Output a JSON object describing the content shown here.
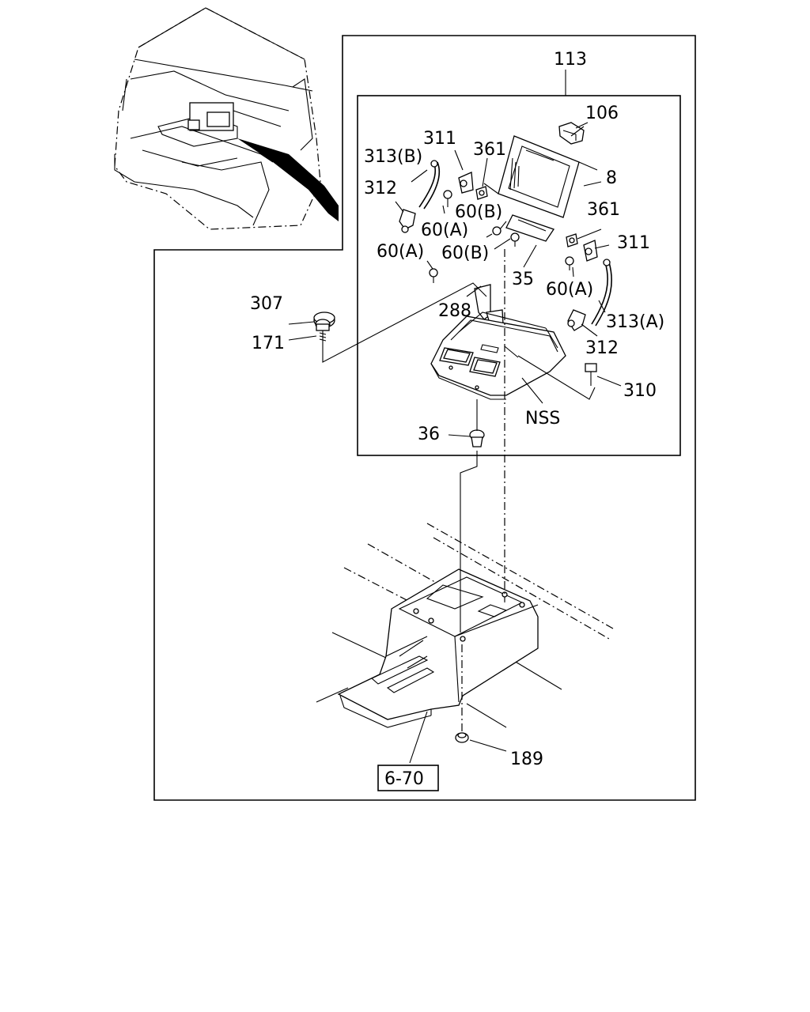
{
  "labels": {
    "l113": "113",
    "l106": "106",
    "l311a": "311",
    "l361a": "361",
    "l313b": "313(B)",
    "l8": "8",
    "l312a": "312",
    "l60b_a": "60(B)",
    "l60a_a": "60(A)",
    "l361b": "361",
    "l311b": "311",
    "l60a_b": "60(A)",
    "l60b_b": "60(B)",
    "l35": "35",
    "l60a_c": "60(A)",
    "l307": "307",
    "l288": "288",
    "l313a": "313(A)",
    "l171": "171",
    "l312b": "312",
    "l310": "310",
    "lnss": "NSS",
    "l36": "36",
    "l189": "189",
    "lref": "6-70"
  }
}
